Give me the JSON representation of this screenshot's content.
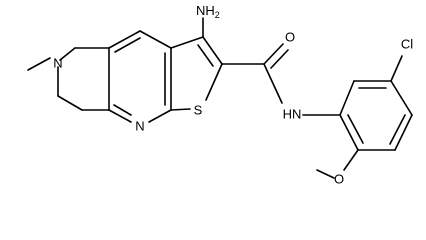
{
  "molecule": {
    "atom_labels": {
      "amino": "NH2",
      "amino_main": "NH",
      "amino_sub": "2",
      "carbonyl_oxygen": "O",
      "amide_nh": "HN",
      "thiophene_sulfur": "S",
      "pyridine_nitrogen": "N",
      "ring_nitrogen": "N",
      "chloro": "Cl",
      "methoxy_oxygen": "O"
    }
  },
  "colors": {
    "bond": "#000000",
    "background": "#ffffff"
  }
}
